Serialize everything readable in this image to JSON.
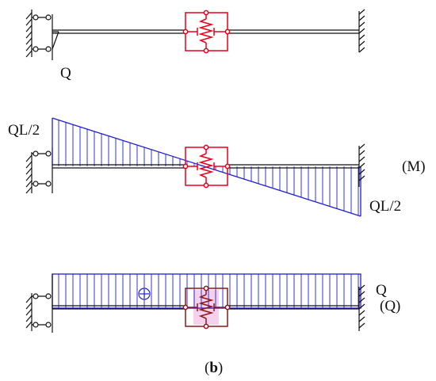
{
  "colors": {
    "beam": "#111111",
    "spring": "#e8001c",
    "spring_dark": "#8b1a1a",
    "diagram": "#1f1fd0",
    "fill_tint": "#f3c6e8"
  },
  "panel_top": {
    "load_label": "Q"
  },
  "panel_moment": {
    "left_value": "QL/2",
    "right_value": "QL/2",
    "diagram_label": "(M)"
  },
  "panel_shear": {
    "value_label": "Q",
    "diagram_label": "(Q)",
    "sign_symbol": "⊕"
  },
  "figure": {
    "caption_open": "(",
    "caption_letter": "b",
    "caption_close": ")"
  }
}
